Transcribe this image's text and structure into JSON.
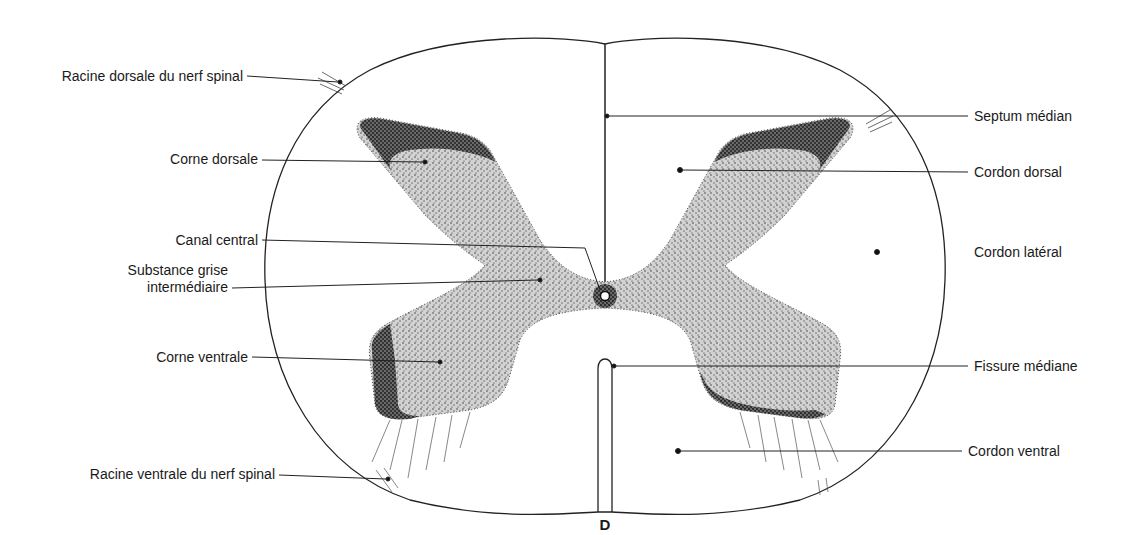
{
  "diagram": {
    "labels": [
      "Racine dorsale du nerf spinal",
      "Septum médian",
      "Corne dorsale",
      "Cordon dorsal",
      "Canal central",
      "Cordon latéral",
      "Substance grise intermédiaire",
      "Corne ventrale",
      "Fissure médiane",
      "Cordon ventral",
      "Racine ventrale du nerf spinal",
      "D"
    ]
  }
}
